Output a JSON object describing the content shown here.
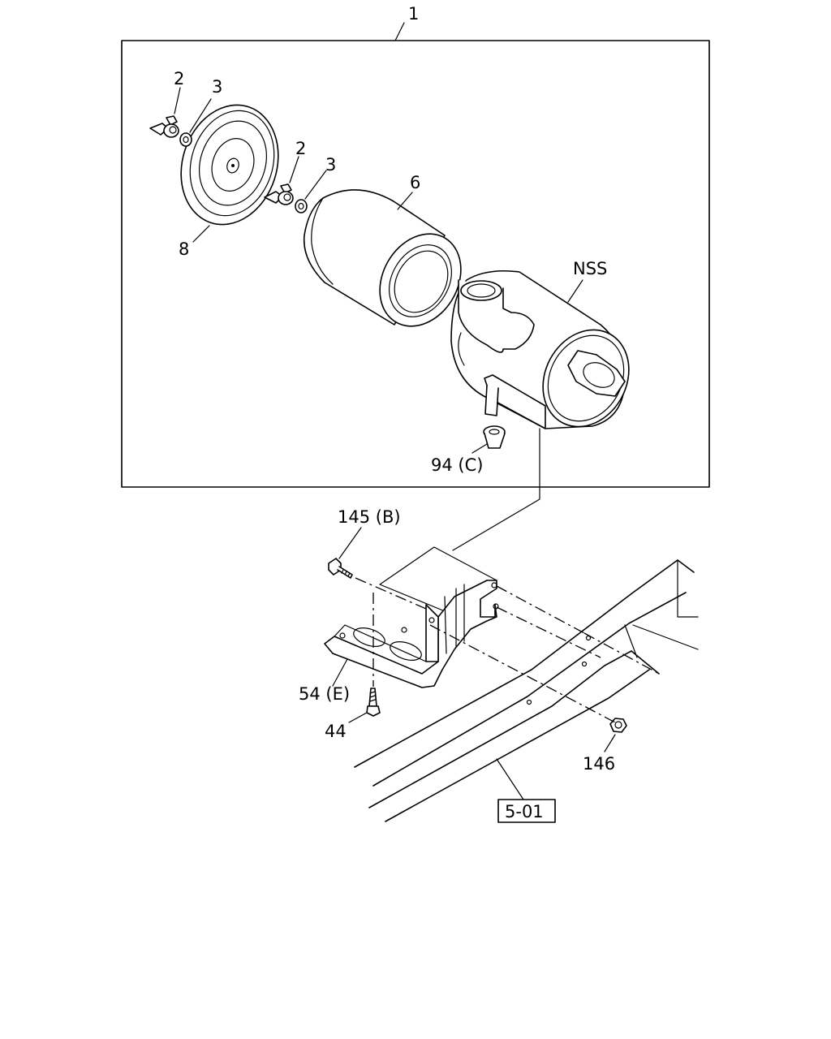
{
  "callouts": {
    "assembly": "1",
    "wing_bolt_a": "2",
    "washer_a": "3",
    "wing_bolt_b": "2",
    "washer_b": "3",
    "cover": "8",
    "element": "6",
    "body": "NSS",
    "valve": "94 (C)",
    "bracket_bolt": "145 (B)",
    "bracket": "54 (E)",
    "bolt_lower": "44",
    "nut": "146",
    "frame_ref": "5-01"
  }
}
